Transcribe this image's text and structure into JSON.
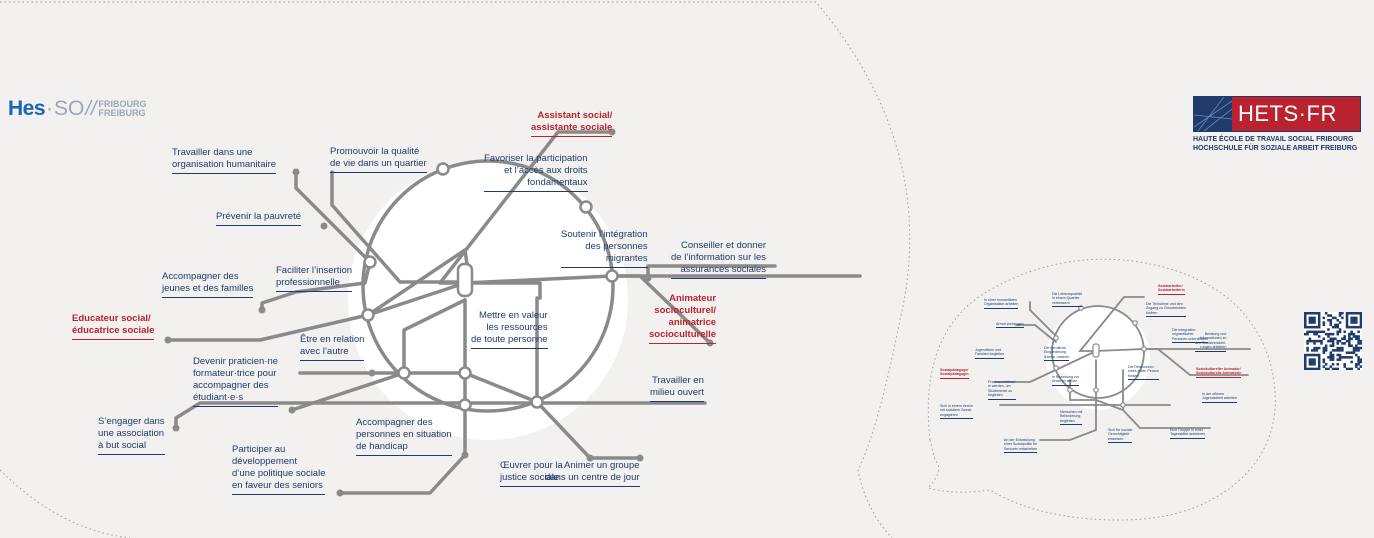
{
  "logos": {
    "hesso": {
      "hes": "Hes",
      "dot": "·",
      "so": "SO",
      "slash": "//",
      "sub": "FRIBOURG\nFREIBURG"
    },
    "hets": {
      "name": "HETS·FR",
      "line1": "HAUTE ÉCOLE DE TRAVAIL SOCIAL FRIBOURG",
      "line2": "HOCHSCHULE FÜR SOZIALE ARBEIT FREIBURG"
    }
  },
  "colors": {
    "background": "#f2f1ef",
    "line": "#8a8a8a",
    "label": "#1f3a6b",
    "highlight": "#b8232f",
    "node_fill": "#ffffff"
  },
  "labels_fr": {
    "travailler_organisation": "Travailler dans une\norganisation humanitaire",
    "promouvoir_qualite": "Promouvoir la qualité\nde vie dans un quartier",
    "assistant_social": "Assistant social/\nassistante sociale",
    "favoriser_participation": "Favoriser la participation\net l’accès aux droits\nfondamentaux",
    "prevenir_pauvrete": "Prévenir la pauvreté",
    "soutenir_integration": "Soutenir l’intégration\ndes personnes\nmigrantes",
    "conseiller": "Conseiller et donner\nde l’information sur les\nassurances sociales",
    "accompagner_jeunes": "Accompagner des\njeunes et des familles",
    "faciliter_insertion": "Faciliter l’insertion\nprofessionnelle",
    "animateur": "Animateur\nsocioculturel/\nanimatrice\nsocioculturelle",
    "educateur": "Educateur social/\néducatrice sociale",
    "mettre_en_valeur": "Mettre en valeur\nles ressources\nde toute personne",
    "etre_en_relation": "Être en relation\navec l’autre",
    "devenir_praticien": "Devenir praticien·ne\nformateur·trice pour\naccompagner des\nétudiant·e·s",
    "travailler_milieu": "Travailler en\nmilieu ouvert",
    "sengager": "S’engager dans\nune association\nà but social",
    "accompagner_handicap": "Accompagner des\npersonnes en situation\nde handicap",
    "participer_politique": "Participer au\ndéveloppement\nd’une politique sociale\nen faveur des seniors",
    "oeuvrer_justice": "Œuvrer pour la\njustice sociale",
    "animer_groupe": "Animer un groupe\ndans un centre de jour"
  },
  "labels_de": {
    "organisation": "In einer humanitären\nOrganisation arbeiten",
    "lebensqualitaet": "Die Lebensqualität\nin einem Quartier\nverbessern",
    "sozialarbeiter": "Sozialarbeiter/\nSozialarbeiterin",
    "teilnahme": "Die Teilnahme und den\nZugang zu Grundrechten\nfördern",
    "armut": "Armut vorbeugen",
    "integration": "Die Integration\nmigrantischer\nPersonen unterstützen",
    "beratung": "Beratung und\nInformationen zu\nden Sozialversiche-\nrungen anbieten",
    "jugendliche": "Jugendliche und\nFamilien begleiten",
    "eingliederung": "Die berufliche\nEingliederung\nleichter machen",
    "soziokultur": "Soziokultureller Animator/\nSoziokulturelle Animatorin",
    "sozialpaedagoge": "Sozialpädagoge/\nSozialpädagogin",
    "ressourcen": "Die Ressourcen\neines jeden Person\nfördern",
    "beziehung": "In Beziehung zur\nAnderen stehen",
    "praxisausbildner": "Praxisausbildner/\nin werden, um\nStudierende zu\nbegleiten",
    "jugendarbeit": "In der offenen\nJugendarbeit arbeiten",
    "verein": "Sich in einem Verein\nmit sozialem Zweck\nengagieren",
    "behinderung": "Menschen mit\nBehinderung\nbegleiten",
    "seniorenpolitik": "An der Entwicklung\neiner Sozialpolitik für\nSenioren mitarbeiten",
    "gerechtigkeit": "Sich für soziale\nGerechtigkeit\neinsetzen",
    "tagesstaette": "Eine Gruppe in einer\nTagesstätte animieren"
  }
}
